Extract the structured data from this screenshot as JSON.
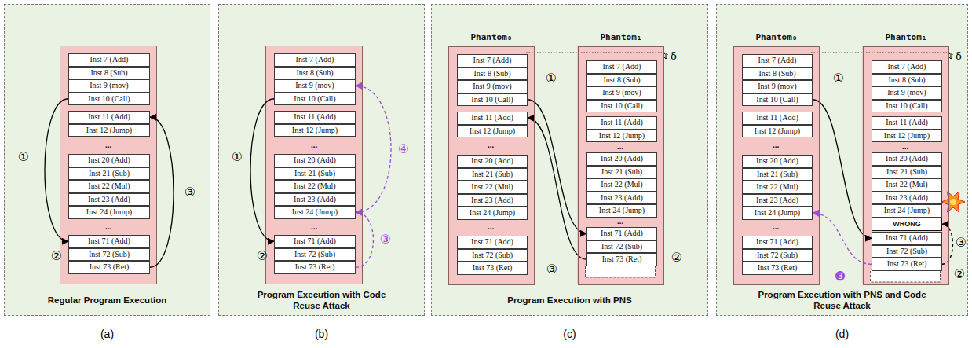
{
  "diagram": {
    "nodes": [
      {
        "text": [
          "Regular Program Execution"
        ]
      },
      {
        "text": [
          "Inst 7 (Add)"
        ],
        "in": 0
      },
      {
        "text": [
          "Inst 8 (Sub)"
        ],
        "in": 0
      },
      {
        "text": [
          "Inst 9 (mov)"
        ],
        "in": 0
      },
      {
        "text": [
          "Inst 10 (Call)"
        ],
        "in": 0
      },
      {
        "text": [
          "Inst 11 (Add)"
        ],
        "in": 0
      },
      {
        "text": [
          "Inst 12 (Jump)"
        ],
        "in": 0
      },
      {
        "text": [
          "Inst 20 (Add)"
        ],
        "in": 0
      },
      {
        "text": [
          "Inst 21 (Sub)"
        ],
        "in": 0
      },
      {
        "text": [
          "Inst 22 (Mul)"
        ],
        "in": 0
      },
      {
        "text": [
          "Inst 23 (Add)"
        ],
        "in": 0
      },
      {
        "text": [
          "Inst 24 (Jump)"
        ],
        "in": 0
      },
      {
        "text": [
          "Inst 71 (Add)"
        ],
        "in": 0
      },
      {
        "text": [
          "Inst 72 (Sub)"
        ],
        "in": 0
      },
      {
        "text": [
          "Inst 73 (Ret)"
        ],
        "in": 0
      },
      {
        "text": [
          "Program Execution with Code Reuse Attack"
        ]
      },
      {
        "text": [
          "Inst 7 (Add)"
        ],
        "in": 15
      },
      {
        "text": [
          "Inst 8 (Sub)"
        ],
        "in": 15
      },
      {
        "text": [
          "Inst 9 (mov)"
        ],
        "in": 15
      },
      {
        "text": [
          "Inst 10 (Call)"
        ],
        "in": 15
      },
      {
        "text": [
          "Inst 11 (Add)"
        ],
        "in": 15
      },
      {
        "text": [
          "Inst 12 (Jump)"
        ],
        "in": 15
      },
      {
        "text": [
          "Inst 20 (Add)"
        ],
        "in": 15
      },
      {
        "text": [
          "Inst 21 (Sub)"
        ],
        "in": 15
      },
      {
        "text": [
          "Inst 22 (Mul)"
        ],
        "in": 15
      },
      {
        "text": [
          "Inst 23 (Add)"
        ],
        "in": 15
      },
      {
        "text": [
          "Inst 24 (Jump)"
        ],
        "in": 15
      },
      {
        "text": [
          "Inst 71 (Add)"
        ],
        "in": 15
      },
      {
        "text": [
          "Inst 72 (Sub)"
        ],
        "in": 15
      },
      {
        "text": [
          "Inst 73 (Ret)"
        ],
        "in": 15
      },
      {
        "text": [
          "Program Execution with PNS"
        ]
      },
      {
        "text": [
          "Phantom₀"
        ],
        "in": 30
      },
      {
        "text": [
          "Inst 7 (Add)"
        ],
        "in": 31
      },
      {
        "text": [
          "Inst 8 (Sub)"
        ],
        "in": 31
      },
      {
        "text": [
          "Inst 9 (mov)"
        ],
        "in": 31
      },
      {
        "text": [
          "Inst 10 (Call)"
        ],
        "in": 31
      },
      {
        "text": [
          "Inst 11 (Add)"
        ],
        "in": 31
      },
      {
        "text": [
          "Inst 12 (Jump)"
        ],
        "in": 31
      },
      {
        "text": [
          "Inst 20 (Add)"
        ],
        "in": 31
      },
      {
        "text": [
          "Inst 21 (Sub)"
        ],
        "in": 31
      },
      {
        "text": [
          "Inst 22 (Mul)"
        ],
        "in": 31
      },
      {
        "text": [
          "Inst 23 (Add)"
        ],
        "in": 31
      },
      {
        "text": [
          "Inst 24 (Jump)"
        ],
        "in": 31
      },
      {
        "text": [
          "Inst 71 (Add)"
        ],
        "in": 31
      },
      {
        "text": [
          "Inst 72 (Sub)"
        ],
        "in": 31
      },
      {
        "text": [
          "Inst 73 (Ret)"
        ],
        "in": 31
      },
      {
        "text": [
          "Phantom₁"
        ],
        "in": 30
      },
      {
        "text": [
          "Inst 7 (Add)"
        ],
        "in": 46
      },
      {
        "text": [
          "Inst 8 (Sub)"
        ],
        "in": 46
      },
      {
        "text": [
          "Inst 9 (mov)"
        ],
        "in": 46
      },
      {
        "text": [
          "Inst 10 (Call)"
        ],
        "in": 46
      },
      {
        "text": [
          "Inst 11 (Add)"
        ],
        "in": 46
      },
      {
        "text": [
          "Inst 12 (Jump)"
        ],
        "in": 46
      },
      {
        "text": [
          "Inst 20 (Add)"
        ],
        "in": 46
      },
      {
        "text": [
          "Inst 21 (Sub)"
        ],
        "in": 46
      },
      {
        "text": [
          "Inst 22 (Mul)"
        ],
        "in": 46
      },
      {
        "text": [
          "Inst 23 (Add)"
        ],
        "in": 46
      },
      {
        "text": [
          "Inst 24 (Jump)"
        ],
        "in": 46
      },
      {
        "text": [
          "Inst 71 (Add)"
        ],
        "in": 46
      },
      {
        "text": [
          "Inst 72 (Sub)"
        ],
        "in": 46
      },
      {
        "text": [
          "Inst 73 (Ret)"
        ],
        "in": 46
      },
      {
        "text": [
          "Program Execution with PNS and Code Reuse Attack"
        ]
      },
      {
        "text": [
          "Phantom₀"
        ],
        "in": 61
      },
      {
        "text": [
          "Inst 7 (Add)"
        ],
        "in": 62
      },
      {
        "text": [
          "Inst 8 (Sub)"
        ],
        "in": 62
      },
      {
        "text": [
          "Inst 9 (mov)"
        ],
        "in": 62
      },
      {
        "text": [
          "Inst 10 (Call)"
        ],
        "in": 62
      },
      {
        "text": [
          "Inst 11 (Add)"
        ],
        "in": 62
      },
      {
        "text": [
          "Inst 12 (Jump)"
        ],
        "in": 62
      },
      {
        "text": [
          "Inst 20 (Add)"
        ],
        "in": 62
      },
      {
        "text": [
          "Inst 21 (Sub)"
        ],
        "in": 62
      },
      {
        "text": [
          "Inst 22 (Mul)"
        ],
        "in": 62
      },
      {
        "text": [
          "Inst 23 (Add)"
        ],
        "in": 62
      },
      {
        "text": [
          "Inst 24 (Jump)"
        ],
        "in": 62
      },
      {
        "text": [
          "Inst 71 (Add)"
        ],
        "in": 62
      },
      {
        "text": [
          "Inst 72 (Sub)"
        ],
        "in": 62
      },
      {
        "text": [
          "Inst 73 (Ret)"
        ],
        "in": 62
      },
      {
        "text": [
          "Phantom₁"
        ],
        "in": 61
      },
      {
        "text": [
          "Inst 7 (Add)"
        ],
        "in": 77
      },
      {
        "text": [
          "Inst 8 (Sub)"
        ],
        "in": 77
      },
      {
        "text": [
          "Inst 9 (mov)"
        ],
        "in": 77
      },
      {
        "text": [
          "Inst 10 (Call)"
        ],
        "in": 77
      },
      {
        "text": [
          "Inst 11 (Add)"
        ],
        "in": 77
      },
      {
        "text": [
          "Inst 12 (Jump)"
        ],
        "in": 77
      },
      {
        "text": [
          "Inst 20 (Add)"
        ],
        "in": 77
      },
      {
        "text": [
          "Inst 21 (Sub)"
        ],
        "in": 77
      },
      {
        "text": [
          "Inst 22 (Mul)"
        ],
        "in": 77
      },
      {
        "text": [
          "Inst 23 (Add)"
        ],
        "in": 77
      },
      {
        "text": [
          "Inst 24 (Jump)"
        ],
        "in": 77
      },
      {
        "text": [
          "WRONG"
        ],
        "in": 77
      },
      {
        "text": [
          "Inst 71 (Add)"
        ],
        "in": 77
      },
      {
        "text": [
          "Inst 72 (Sub)"
        ],
        "in": 77
      },
      {
        "text": [
          "Inst 73 (Ret)"
        ],
        "in": 77
      }
    ],
    "edges": [
      {
        "from": 4,
        "to": 12,
        "arrow": "to"
      },
      {
        "from": 14,
        "to": 5,
        "arrow": "to"
      },
      {
        "from": 19,
        "to": 27,
        "arrow": "to"
      },
      {
        "from": 29,
        "to": 26,
        "arrow": "to"
      },
      {
        "from": 26,
        "to": 18,
        "arrow": "to"
      },
      {
        "from": 35,
        "to": 58,
        "arrow": "to"
      },
      {
        "from": 60,
        "to": 36,
        "arrow": "to"
      },
      {
        "from": 66,
        "to": 90,
        "arrow": "to"
      },
      {
        "from": 92,
        "to": 89,
        "arrow": "to"
      },
      {
        "from": 92,
        "to": 73,
        "arrow": "to"
      }
    ],
    "labels": [
      "①",
      "②",
      "③",
      "①",
      "②",
      "③",
      "④",
      "①",
      "②",
      "③",
      "①",
      "②",
      "③",
      "❸",
      "δ",
      "δ",
      "...",
      "...",
      "...",
      "...",
      "...",
      "...",
      "...",
      "...",
      "...",
      "...",
      "...",
      "(a)",
      "(b)",
      "(c)",
      "(d)"
    ]
  }
}
